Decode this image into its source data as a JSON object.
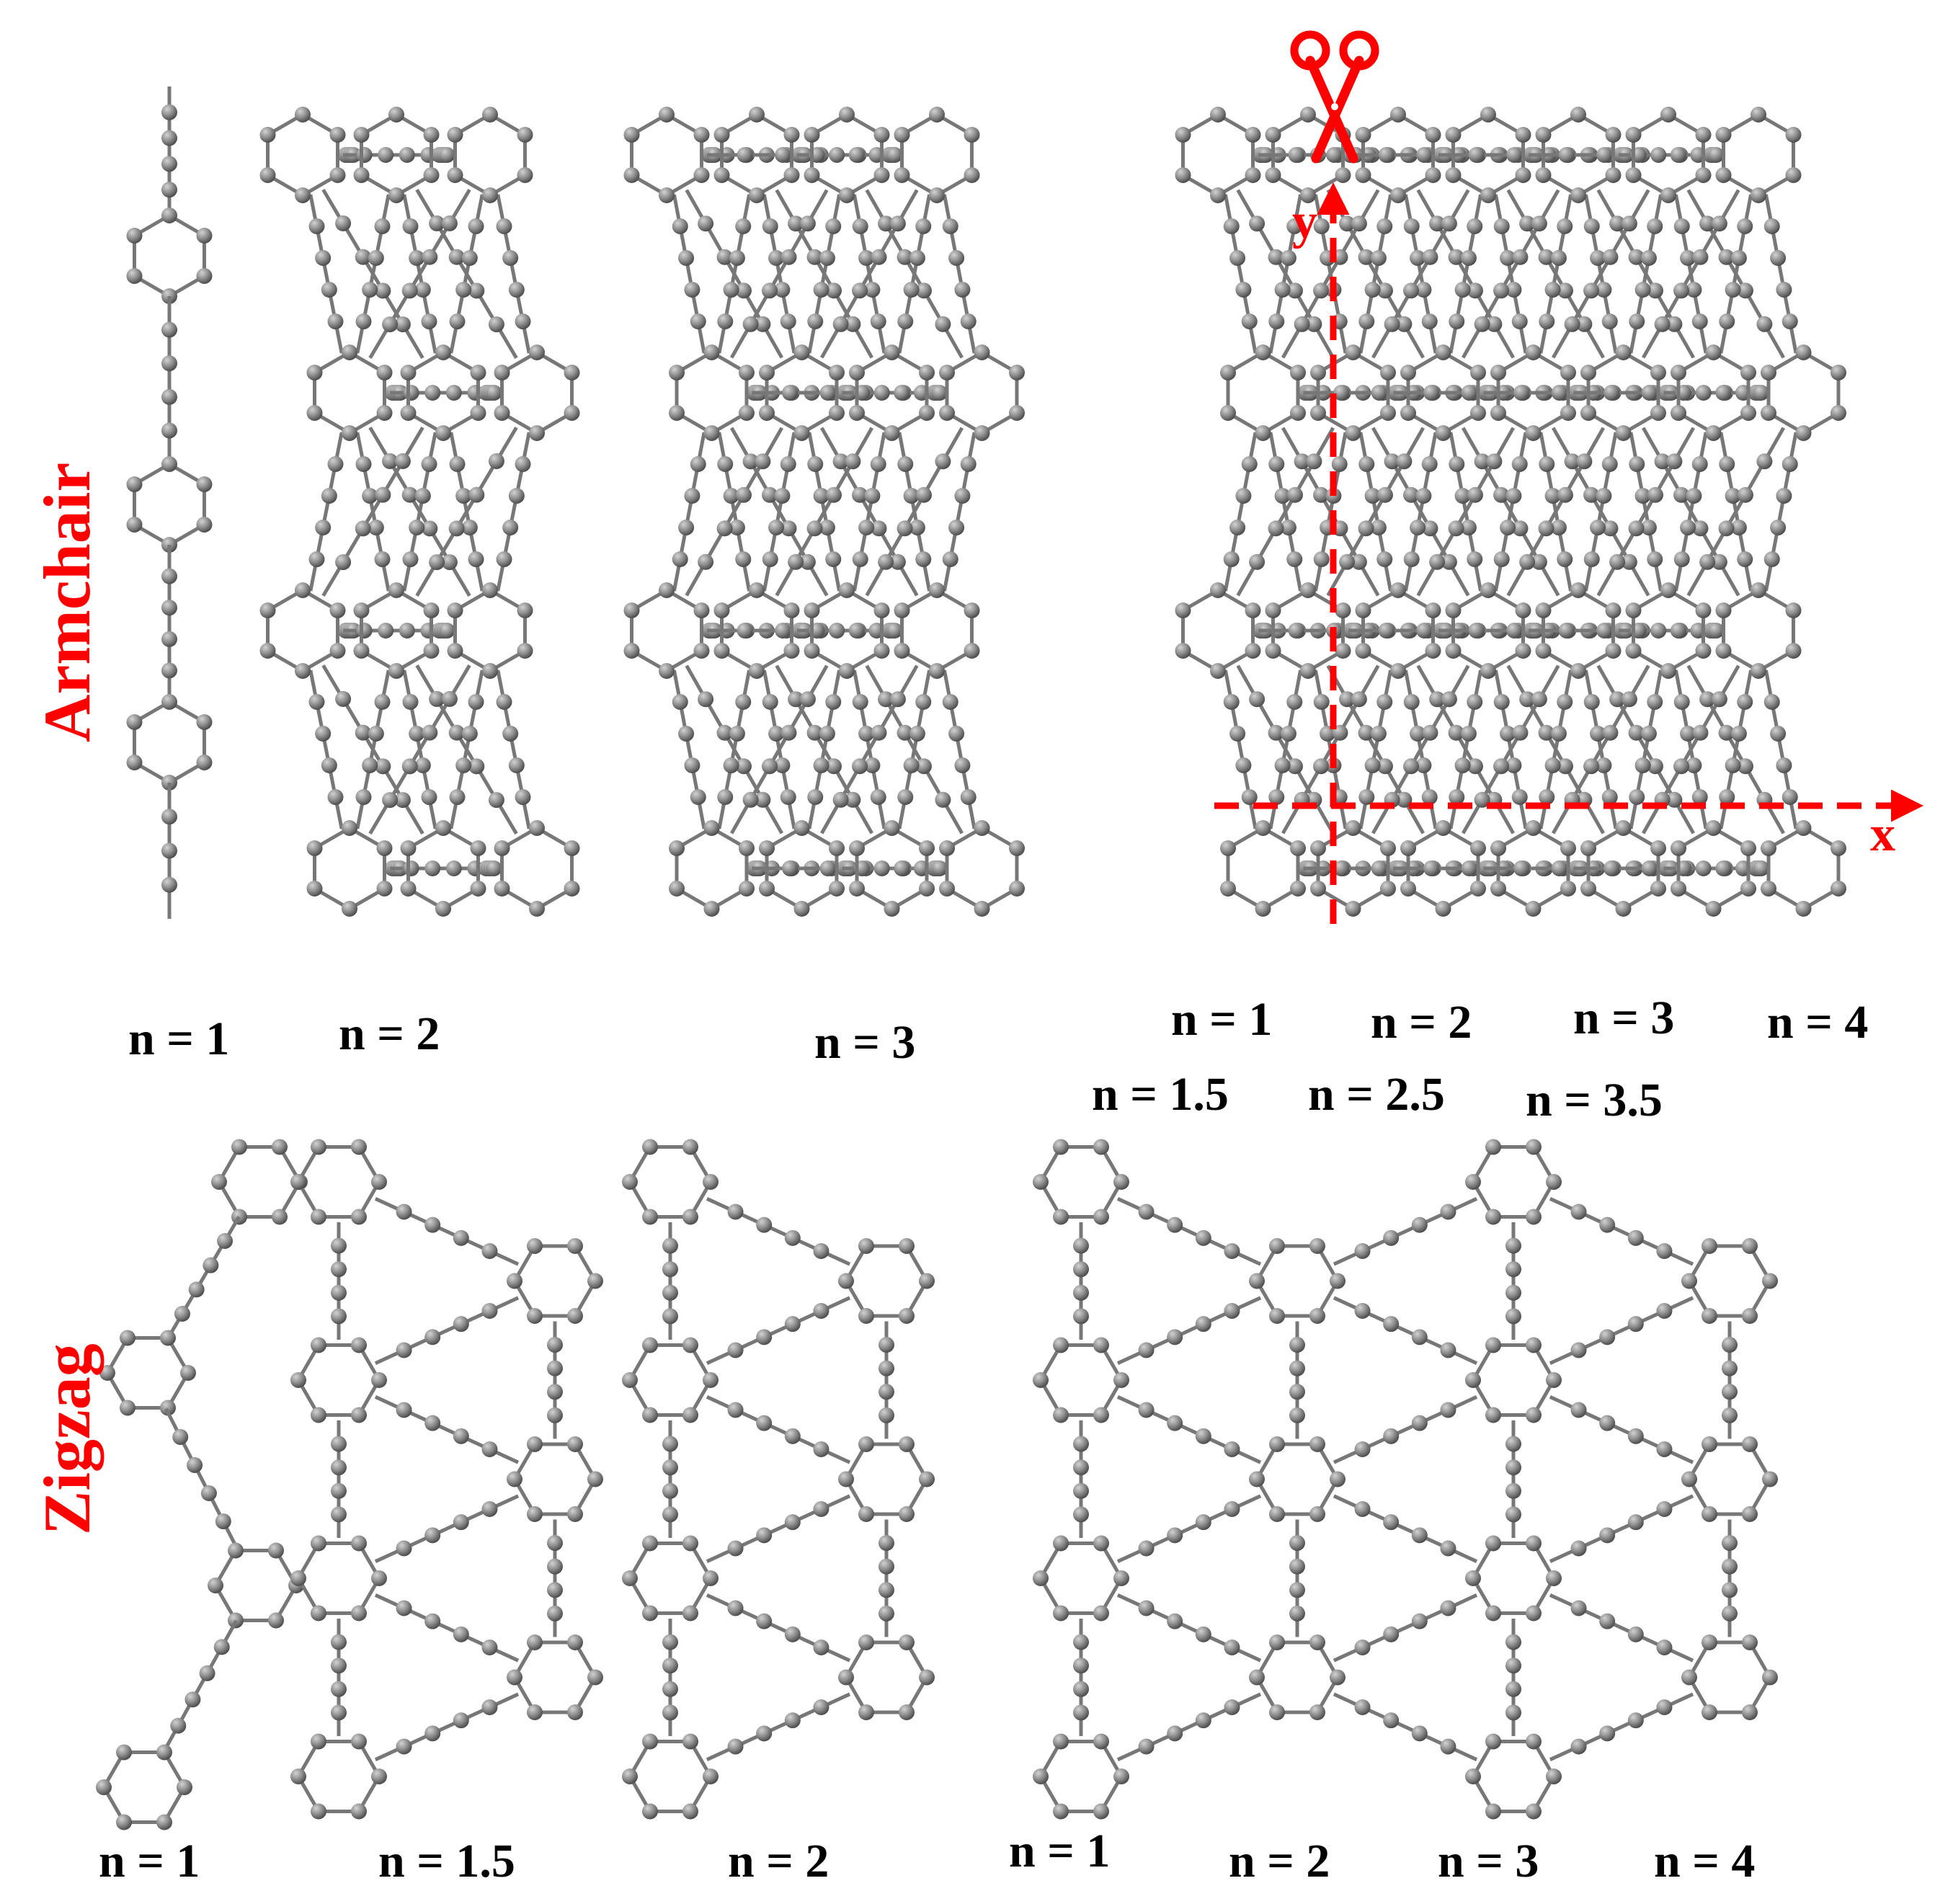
{
  "row_labels": {
    "armchair": "Armchair",
    "zigzag": "Zigzag"
  },
  "armchair": {
    "structure_1_label": "n = 1",
    "structure_2_label": "n = 2",
    "structure_3_label": "n = 3",
    "sheet_labels": [
      "n = 1",
      "n = 2",
      "n = 3",
      "n = 4"
    ]
  },
  "sheet_half_labels": [
    "n = 1.5",
    "n = 2.5",
    "n = 3.5"
  ],
  "zigzag": {
    "structure_1_label": "n = 1",
    "structure_2_label": "n = 1.5",
    "structure_3_label": "n = 2",
    "sheet_labels": [
      "n = 1",
      "n = 2",
      "n = 3",
      "n = 4"
    ]
  },
  "axes": {
    "x_label": "x",
    "y_label": "y"
  },
  "icons": {
    "cut": "scissors-icon"
  },
  "colors": {
    "label_accent": "#ff0000",
    "axis": "#ff0000",
    "atom": "#8a8a8a",
    "bond": "#777777",
    "text": "#000000"
  }
}
